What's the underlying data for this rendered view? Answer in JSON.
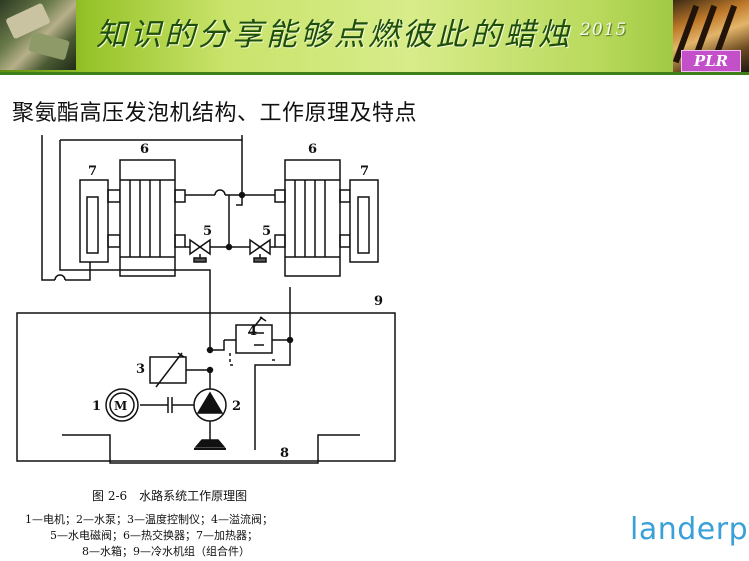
{
  "banner": {
    "title": "知识的分享能够点燃彼此的蜡烛",
    "year": "2015",
    "right_image_label": "PLR"
  },
  "slide": {
    "heading": "聚氨酯高压发泡机结构、工作原理及特点"
  },
  "diagram": {
    "component_labels": [
      "1",
      "2",
      "3",
      "4",
      "5",
      "5",
      "6",
      "6",
      "7",
      "7",
      "8",
      "9"
    ],
    "motor_symbol": "M",
    "caption_title": "图 2-6　水路系统工作原理图",
    "legend_lines": [
      "1—电机；2—水泵；3—温度控制仪；4—溢流阀；",
      "5—水电磁阀；6—热交换器；7—加热器；",
      "8—水箱；9—冷水机组（组合件）"
    ]
  },
  "branding": {
    "logo_text": "landerpu"
  },
  "colors": {
    "banner_green": "#98c42a",
    "title_green": "#1e4f0a",
    "logo_blue": "#3aa0d8"
  }
}
